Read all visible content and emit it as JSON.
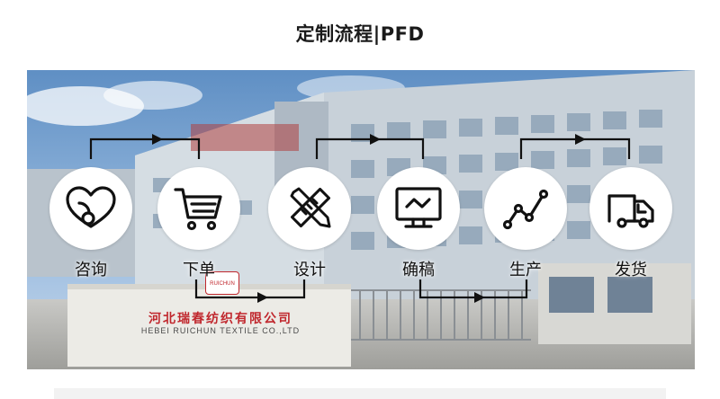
{
  "page": {
    "title": "定制流程|PFD"
  },
  "banner": {
    "sign_text_cn": "河北瑞春纺织有限公司",
    "sign_text_en": "HEBEI RUICHUN TEXTILE CO.,LTD",
    "gate_logo_text": "RUICHUN"
  },
  "steps": [
    {
      "label": "咨询",
      "icon": "heart-chat-icon"
    },
    {
      "label": "下单",
      "icon": "shopping-cart-icon"
    },
    {
      "label": "设计",
      "icon": "pencil-ruler-icon"
    },
    {
      "label": "确稿",
      "icon": "monitor-icon"
    },
    {
      "label": "生产",
      "icon": "line-chart-icon"
    },
    {
      "label": "发货",
      "icon": "delivery-truck-icon"
    }
  ],
  "colors": {
    "arrow": "#111111",
    "icon_stroke": "#111111",
    "circle_fill": "#ffffff",
    "sign_red": "#c0272d"
  }
}
